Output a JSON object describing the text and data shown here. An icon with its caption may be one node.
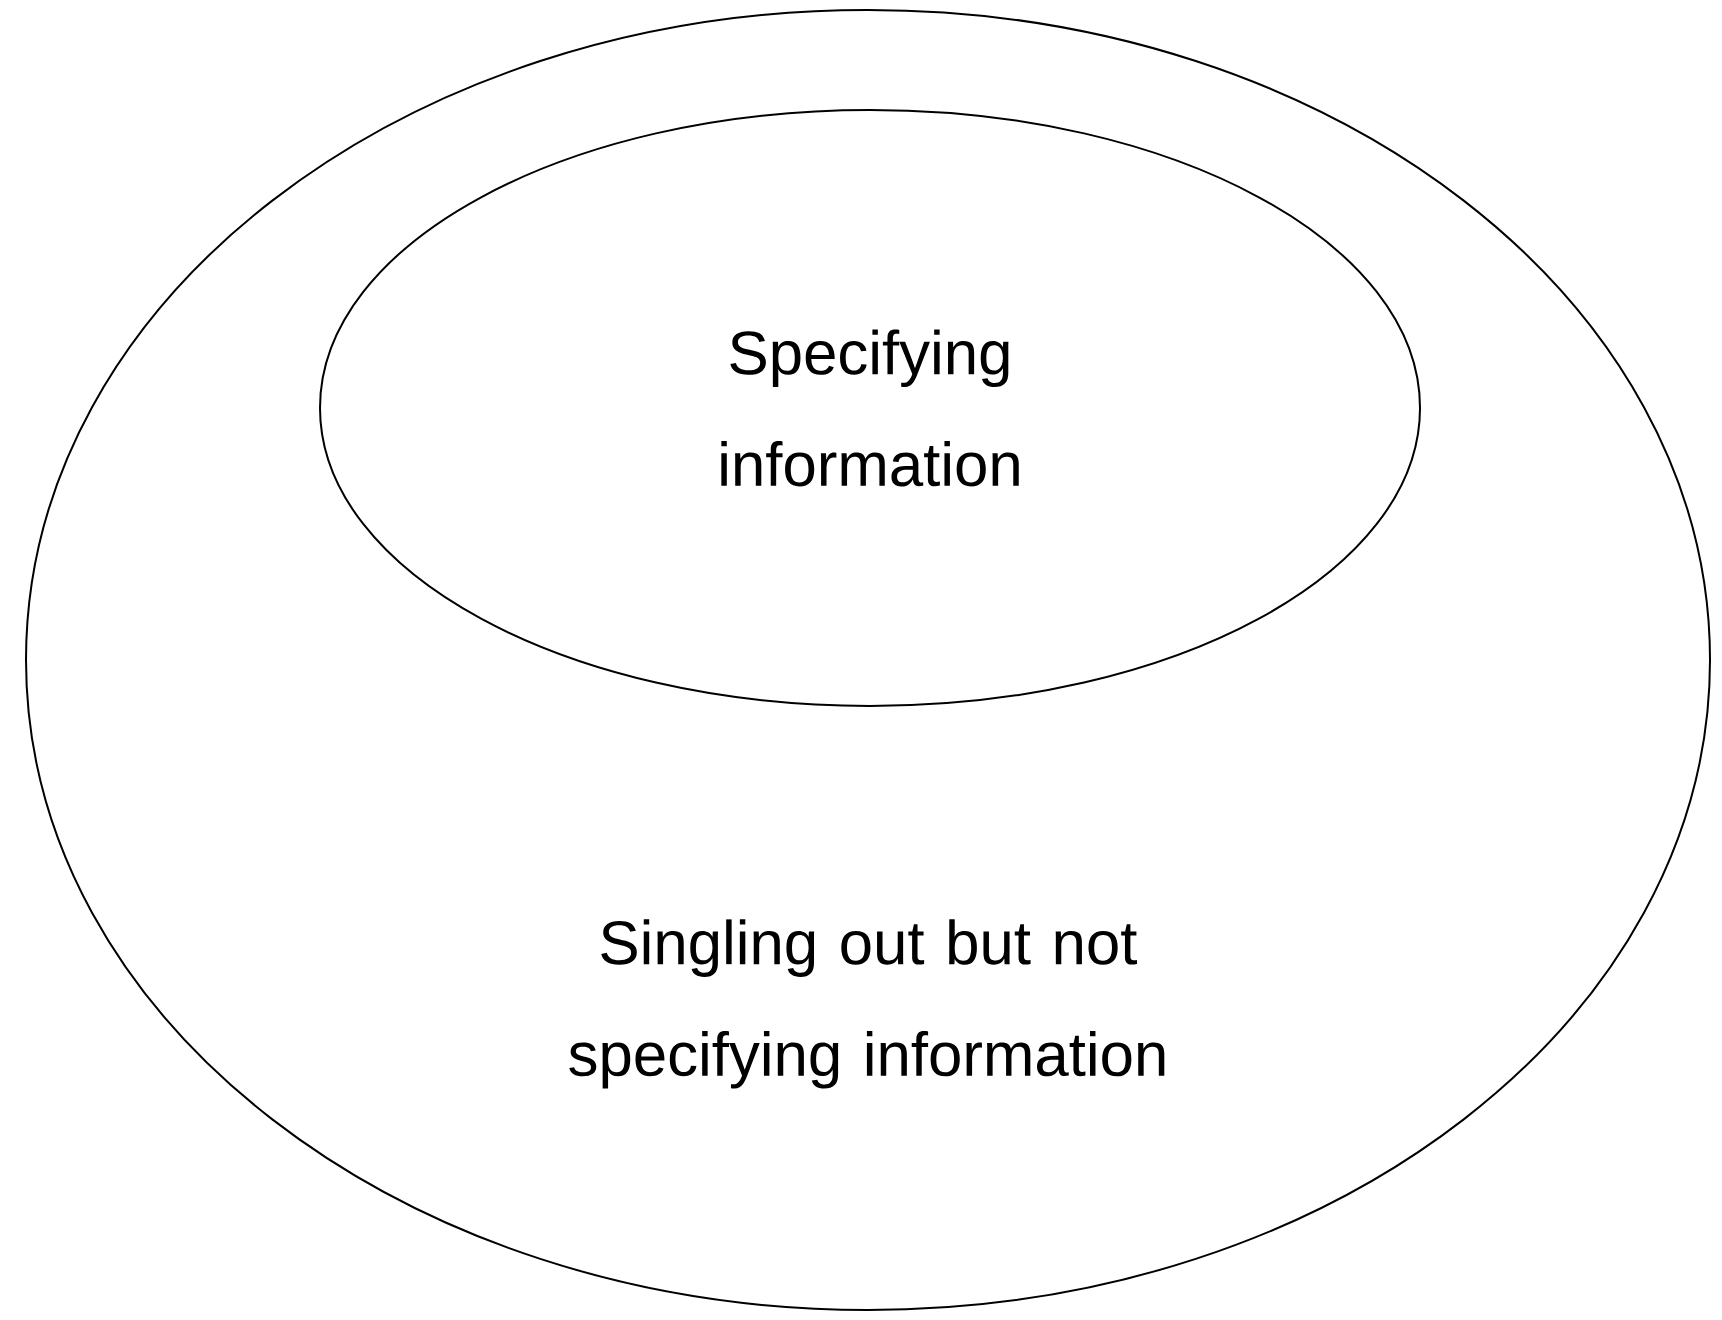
{
  "diagram": {
    "nodes": [
      {
        "text": [
          "Singling out but not specifying information"
        ]
      },
      {
        "text": [
          "Specifying information"
        ],
        "in": 0
      }
    ]
  }
}
